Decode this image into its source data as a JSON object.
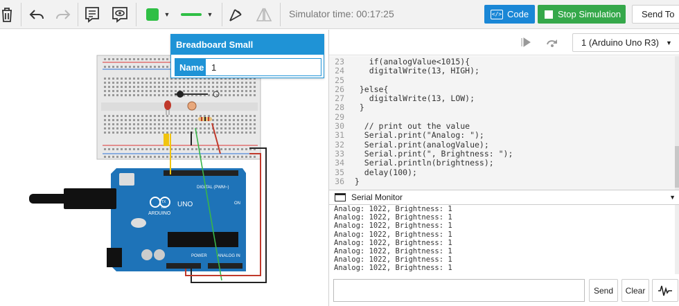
{
  "toolbar": {
    "simulator_time": "Simulator time: 00:17:25",
    "code_label": "Code",
    "stop_label": "Stop Simulation",
    "send_to_label": "Send To",
    "colors": {
      "green_swatch": "#2fbf45",
      "code_blue": "#1a87d6",
      "stop_green": "#35a84a"
    }
  },
  "inspector": {
    "title": "Breadboard Small",
    "name_label": "Name",
    "name_value": "1"
  },
  "circuit": {
    "board_label": "ARDUINO",
    "board_model": "UNO",
    "digital_label": "DIGITAL (PWM~)",
    "power_label": "POWER",
    "analog_label": "ANALOG IN",
    "on_label": "ON",
    "tx_label": "TX",
    "rx_label": "RX"
  },
  "code_panel": {
    "device": "1 (Arduino Uno R3)",
    "lines": [
      {
        "n": "23",
        "text": "    if(analogValue<1015){"
      },
      {
        "n": "24",
        "text": "    digitalWrite(13, HIGH);"
      },
      {
        "n": "25",
        "text": ""
      },
      {
        "n": "26",
        "text": "  }else{"
      },
      {
        "n": "27",
        "text": "    digitalWrite(13, LOW);"
      },
      {
        "n": "28",
        "text": "  }"
      },
      {
        "n": "29",
        "text": ""
      },
      {
        "n": "30",
        "text": "   // print out the value"
      },
      {
        "n": "31",
        "text": "   Serial.print(\"Analog: \");"
      },
      {
        "n": "32",
        "text": "   Serial.print(analogValue);"
      },
      {
        "n": "33",
        "text": "   Serial.print(\", Brightness: \");"
      },
      {
        "n": "34",
        "text": "   Serial.println(brightness);"
      },
      {
        "n": "35",
        "text": "   delay(100);"
      },
      {
        "n": "36",
        "text": " }"
      }
    ]
  },
  "serial_monitor": {
    "title": "Serial Monitor",
    "lines": [
      "Analog: 1022, Brightness: 1",
      "Analog: 1022, Brightness: 1",
      "Analog: 1022, Brightness: 1",
      "Analog: 1022, Brightness: 1",
      "Analog: 1022, Brightness: 1",
      "Analog: 1022, Brightness: 1",
      "Analog: 1022, Brightness: 1",
      "Analog: 1022, Brightness: 1"
    ],
    "send_label": "Send",
    "clear_label": "Clear"
  }
}
